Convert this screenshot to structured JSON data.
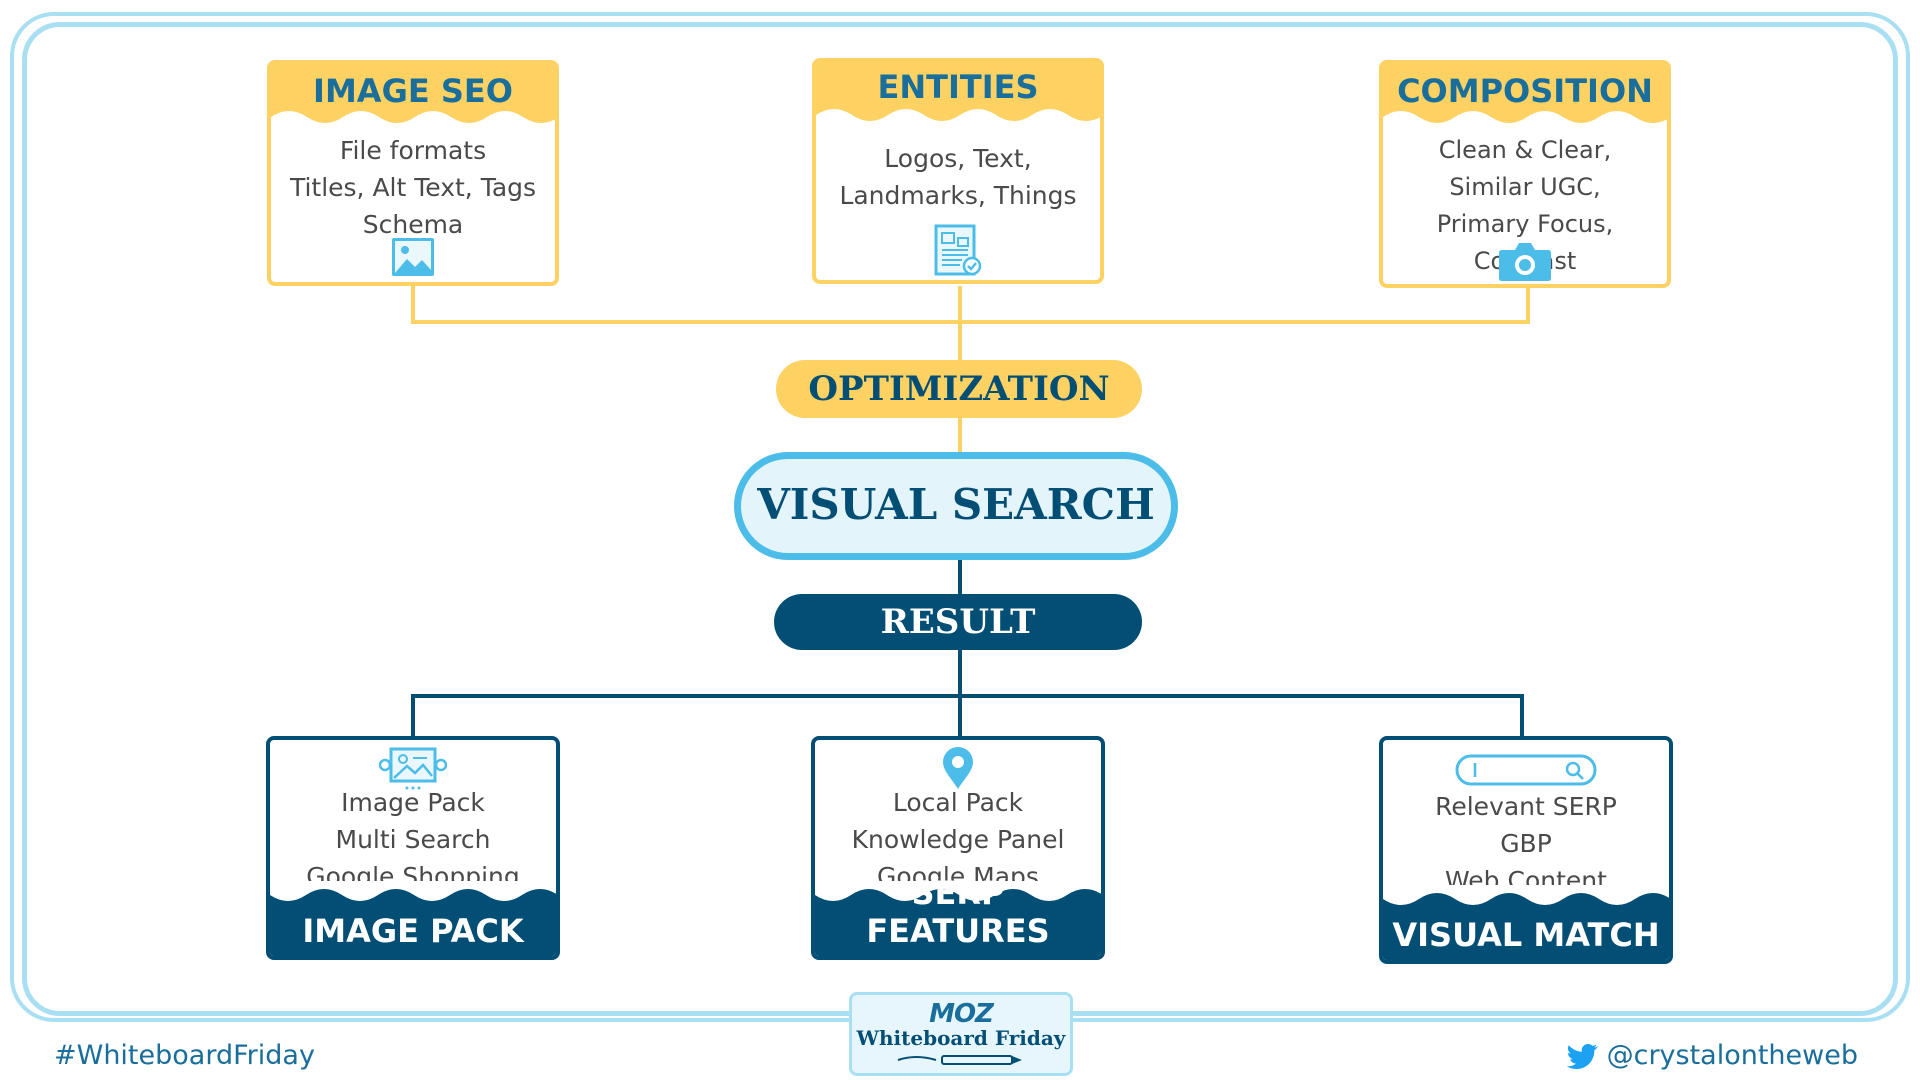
{
  "center": {
    "optimization": "OPTIMIZATION",
    "visual_search": "VISUAL SEARCH",
    "result": "RESULT"
  },
  "top_cards": [
    {
      "title": "IMAGE SEO",
      "lines": [
        "File formats",
        "Titles, Alt Text, Tags",
        "Schema"
      ],
      "icon": "image-icon"
    },
    {
      "title": "ENTITIES",
      "lines": [
        "Logos, Text,",
        "Landmarks, Things"
      ],
      "icon": "document-check-icon"
    },
    {
      "title": "COMPOSITION",
      "lines": [
        "Clean & Clear,",
        "Similar UGC,",
        "Primary Focus, Contrast"
      ],
      "icon": "camera-icon"
    }
  ],
  "bottom_cards": [
    {
      "title": "IMAGE PACK",
      "lines": [
        "Image Pack",
        "Multi Search",
        "Google Shopping"
      ],
      "icon": "image-gallery-icon"
    },
    {
      "title": "SERP FEATURES",
      "lines": [
        "Local Pack",
        "Knowledge Panel",
        "Google Maps"
      ],
      "icon": "map-pin-icon"
    },
    {
      "title": "VISUAL MATCH",
      "lines": [
        "Relevant SERP",
        "GBP",
        "Web Content"
      ],
      "icon": "search-bar-icon"
    }
  ],
  "footer": {
    "hashtag": "#WhiteboardFriday",
    "twitter_handle": "@crystalontheweb",
    "badge_logo": "MOZ",
    "badge_text": "Whiteboard Friday"
  },
  "colors": {
    "yellow": "#fdd262",
    "navy": "#034e74",
    "light_blue": "#4bbde8",
    "frame": "#a8dff3",
    "title_blue": "#1a6e9b"
  }
}
